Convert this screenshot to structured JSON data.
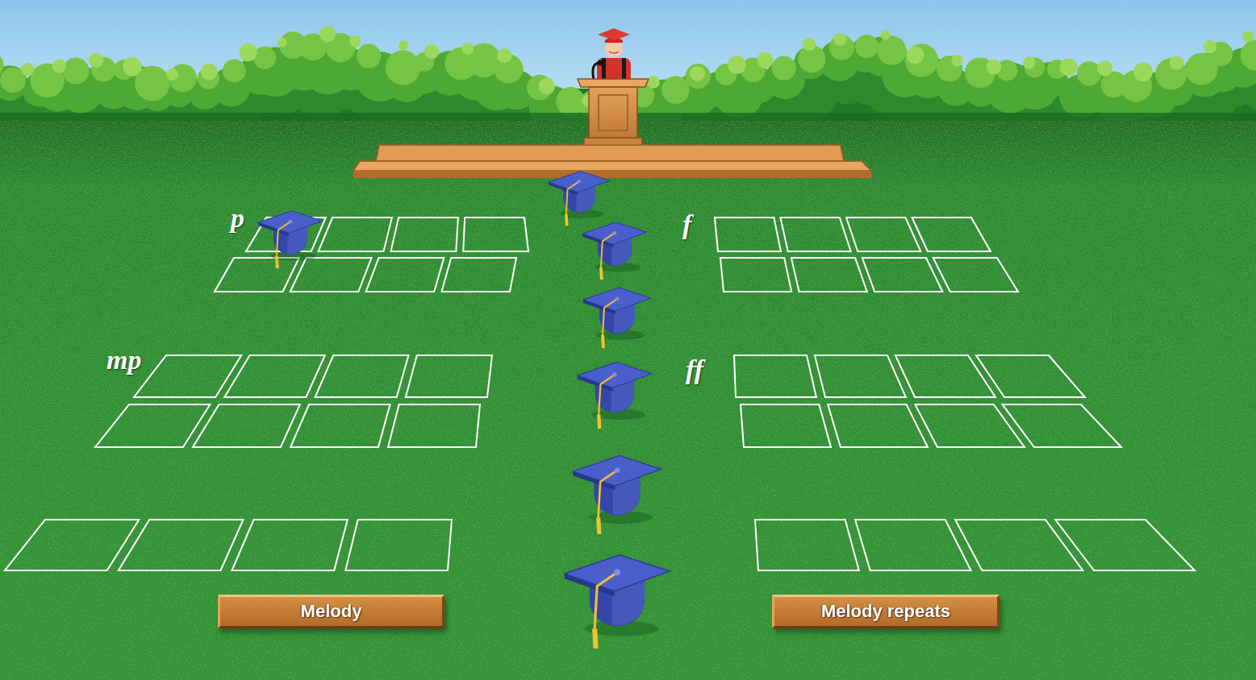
{
  "diagram": {
    "nodes": [
      {
        "text": [
          "Melody"
        ]
      },
      {
        "text": [
          "Melody repeats"
        ]
      }
    ],
    "labels": [
      "p",
      "f",
      "mp",
      "ff"
    ]
  }
}
